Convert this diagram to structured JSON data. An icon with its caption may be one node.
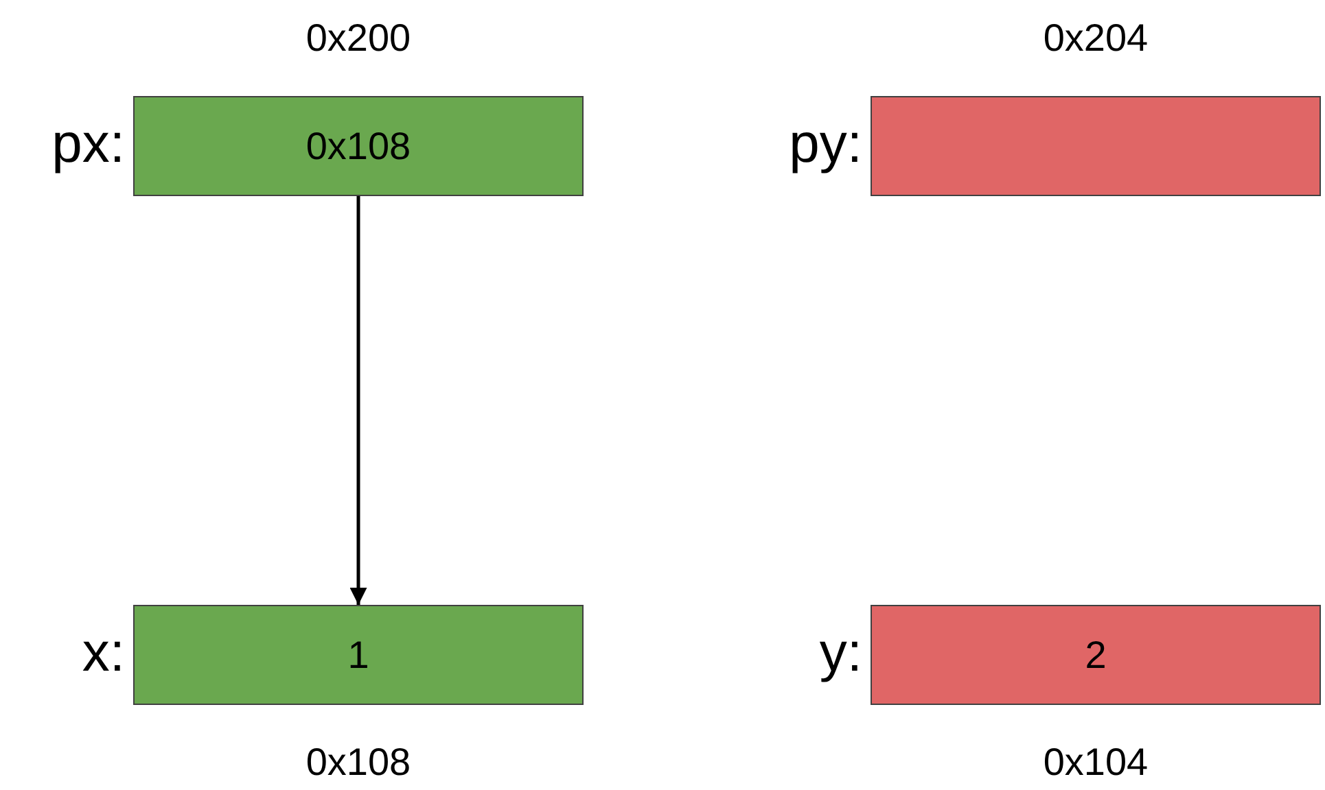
{
  "diagram": {
    "nodes": [
      {
        "text": [
          "0x108"
        ],
        "beside": [
          "px:",
          "0x200"
        ]
      },
      {
        "text": [],
        "shape": "box",
        "beside": [
          "py:",
          "0x204"
        ]
      },
      {
        "text": [
          "1"
        ],
        "beside": [
          "x:",
          "0x108"
        ]
      },
      {
        "text": [
          "2"
        ],
        "beside": [
          "y:",
          "0x104"
        ]
      }
    ],
    "edges": [
      {
        "from": 0,
        "to": 2,
        "arrow": "to"
      }
    ]
  }
}
